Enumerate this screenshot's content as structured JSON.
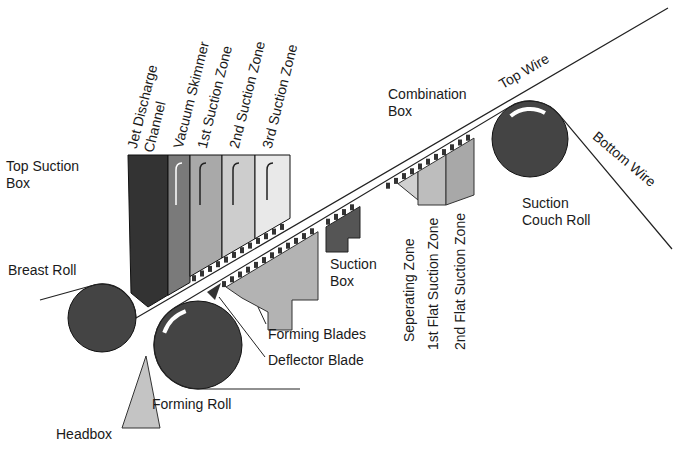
{
  "diagram": {
    "labels": [
      "Jet Discharge Channel",
      "Vacuum Skimmer",
      "1st Suction Zone",
      "2nd Suction Zone",
      "3rd Suction Zone",
      "Top Wire",
      "Top Suction Box",
      "Combination Box",
      "Suction Couch Roll",
      "Bottom Wire",
      "Breast Roll",
      "Suction Box",
      "Seperating Zone",
      "1st Flat Suction Zone",
      "2nd Flat Suction Zone",
      "Forming Blades",
      "Deflector Blade",
      "Forming Roll",
      "Headbox"
    ]
  }
}
